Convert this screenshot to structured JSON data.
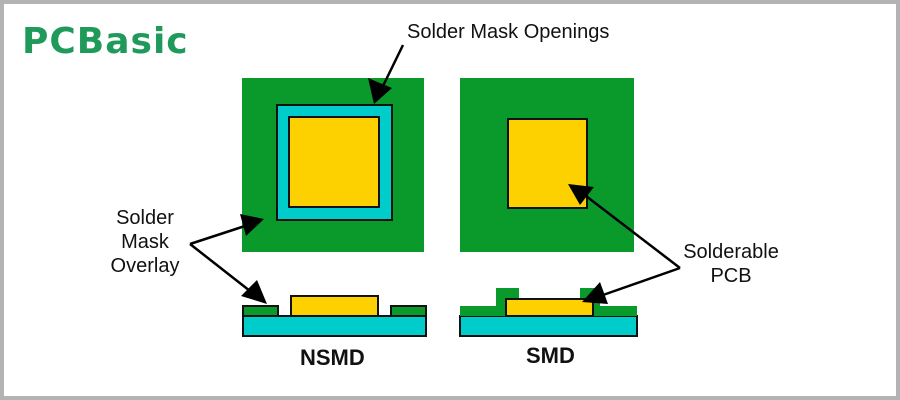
{
  "logo": {
    "text": "PCBasic",
    "color": "#1f9a5a"
  },
  "labels": {
    "solder_mask_openings": "Solder Mask Openings",
    "solder_mask_overlay": [
      "Solder",
      "Mask",
      "Overlay"
    ],
    "solderable_pcb": [
      "Solderable",
      "PCB"
    ]
  },
  "captions": {
    "nsmd": "NSMD",
    "smd": "SMD"
  },
  "colors": {
    "solder_mask_green": "#0a9a2c",
    "copper_pad_yellow": "#fdd000",
    "substrate_cyan": "#00cccc",
    "outline": "#111111",
    "frame_gray": "#b3b3b3"
  }
}
